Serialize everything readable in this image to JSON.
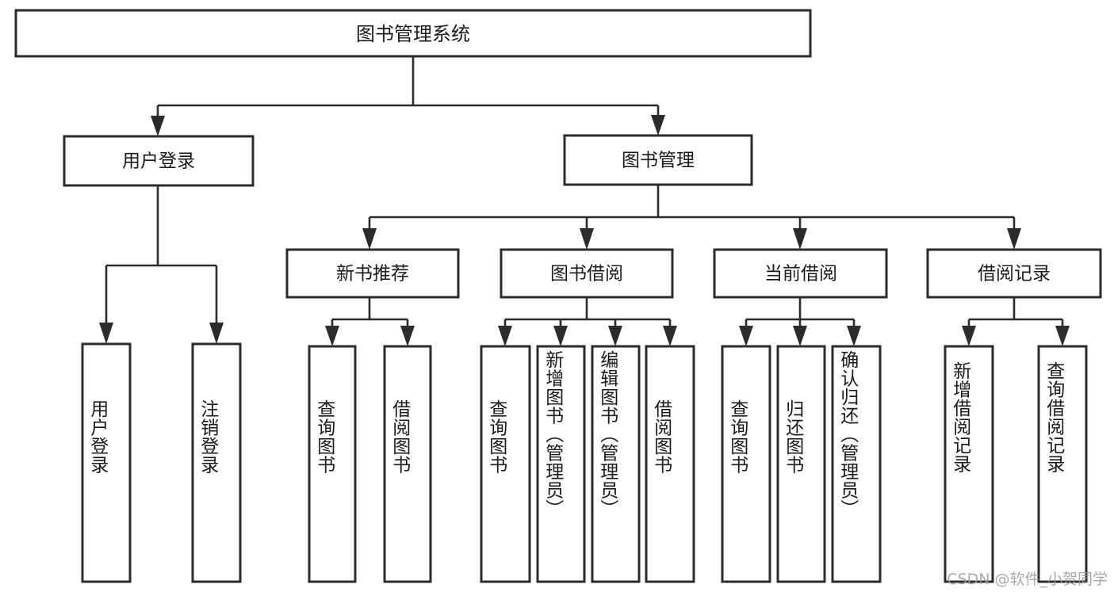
{
  "diagram": {
    "type": "tree",
    "title": "图书管理系统",
    "watermark": "CSDN @软件_小贺同学",
    "colors": {
      "stroke": "#2b2b2b",
      "fill": "#ffffff",
      "text": "#1a1a1a",
      "watermark": "#9a9a9a"
    },
    "levels": {
      "root": {
        "label": "图书管理系统"
      },
      "level2": [
        {
          "label": "用户登录"
        },
        {
          "label": "图书管理"
        }
      ],
      "level3": [
        {
          "label": "新书推荐"
        },
        {
          "label": "图书借阅"
        },
        {
          "label": "当前借阅"
        },
        {
          "label": "借阅记录"
        }
      ]
    },
    "leaves": {
      "user_login": [
        {
          "label": "用户登录"
        },
        {
          "label": "注销登录"
        }
      ],
      "new_book_recommend": [
        {
          "label": "查询图书"
        },
        {
          "label": "借阅图书"
        }
      ],
      "book_borrow": [
        {
          "label": "查询图书"
        },
        {
          "label": "新增图书（管理员）"
        },
        {
          "label": "编辑图书（管理员）"
        },
        {
          "label": "借阅图书"
        }
      ],
      "current_borrow": [
        {
          "label": "查询图书"
        },
        {
          "label": "归还图书"
        },
        {
          "label": "确认归还（管理员）"
        }
      ],
      "borrow_record": [
        {
          "label": "新增借阅记录"
        },
        {
          "label": "查询借阅记录"
        }
      ]
    }
  }
}
